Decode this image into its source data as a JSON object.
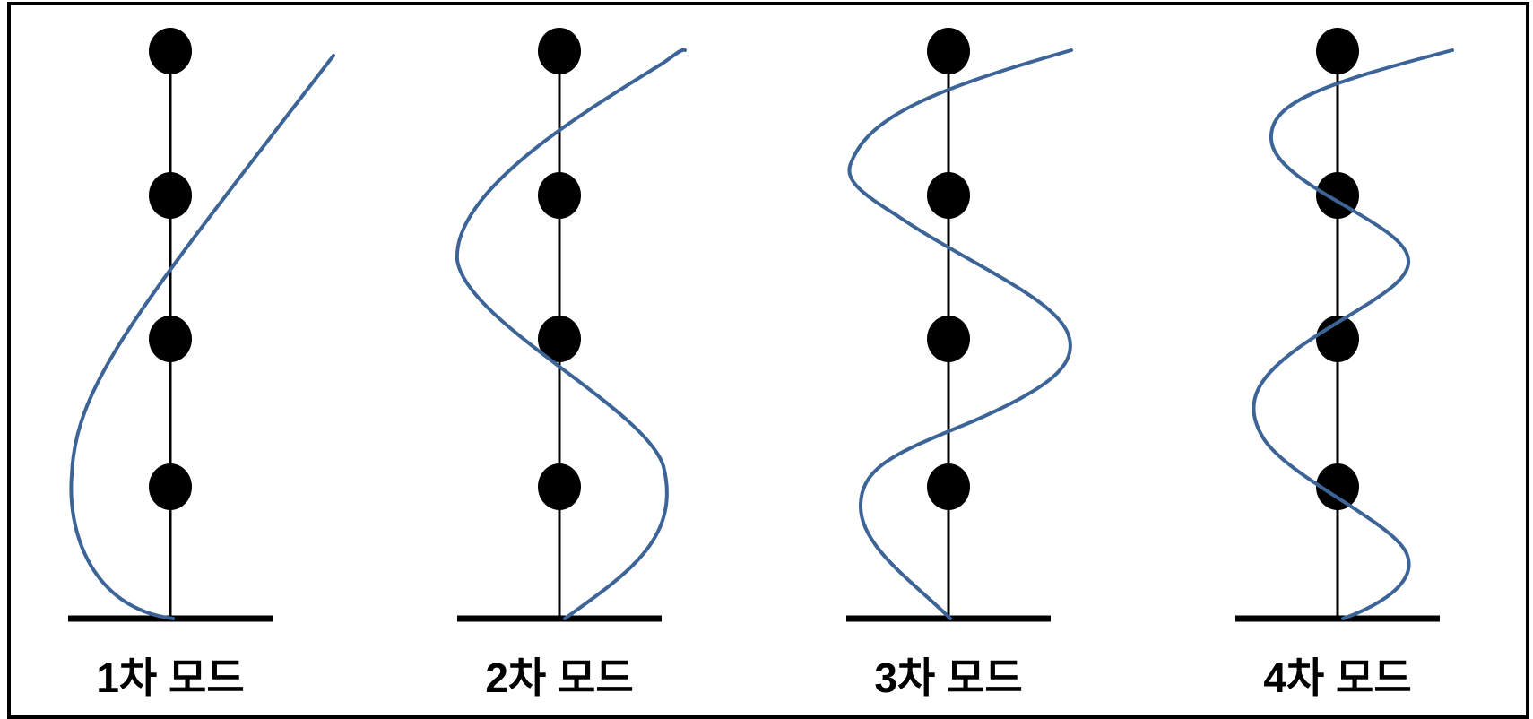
{
  "colors": {
    "frame": "#000000",
    "structure": "#000000",
    "mode_curve": "#3c6496",
    "background": "#ffffff"
  },
  "diagram": {
    "masses_per_column": 4,
    "modes": [
      {
        "label": "1차 모드",
        "mode_number": 1
      },
      {
        "label": "2차 모드",
        "mode_number": 2
      },
      {
        "label": "3차 모드",
        "mode_number": 3
      },
      {
        "label": "4차 모드",
        "mode_number": 4
      }
    ]
  }
}
